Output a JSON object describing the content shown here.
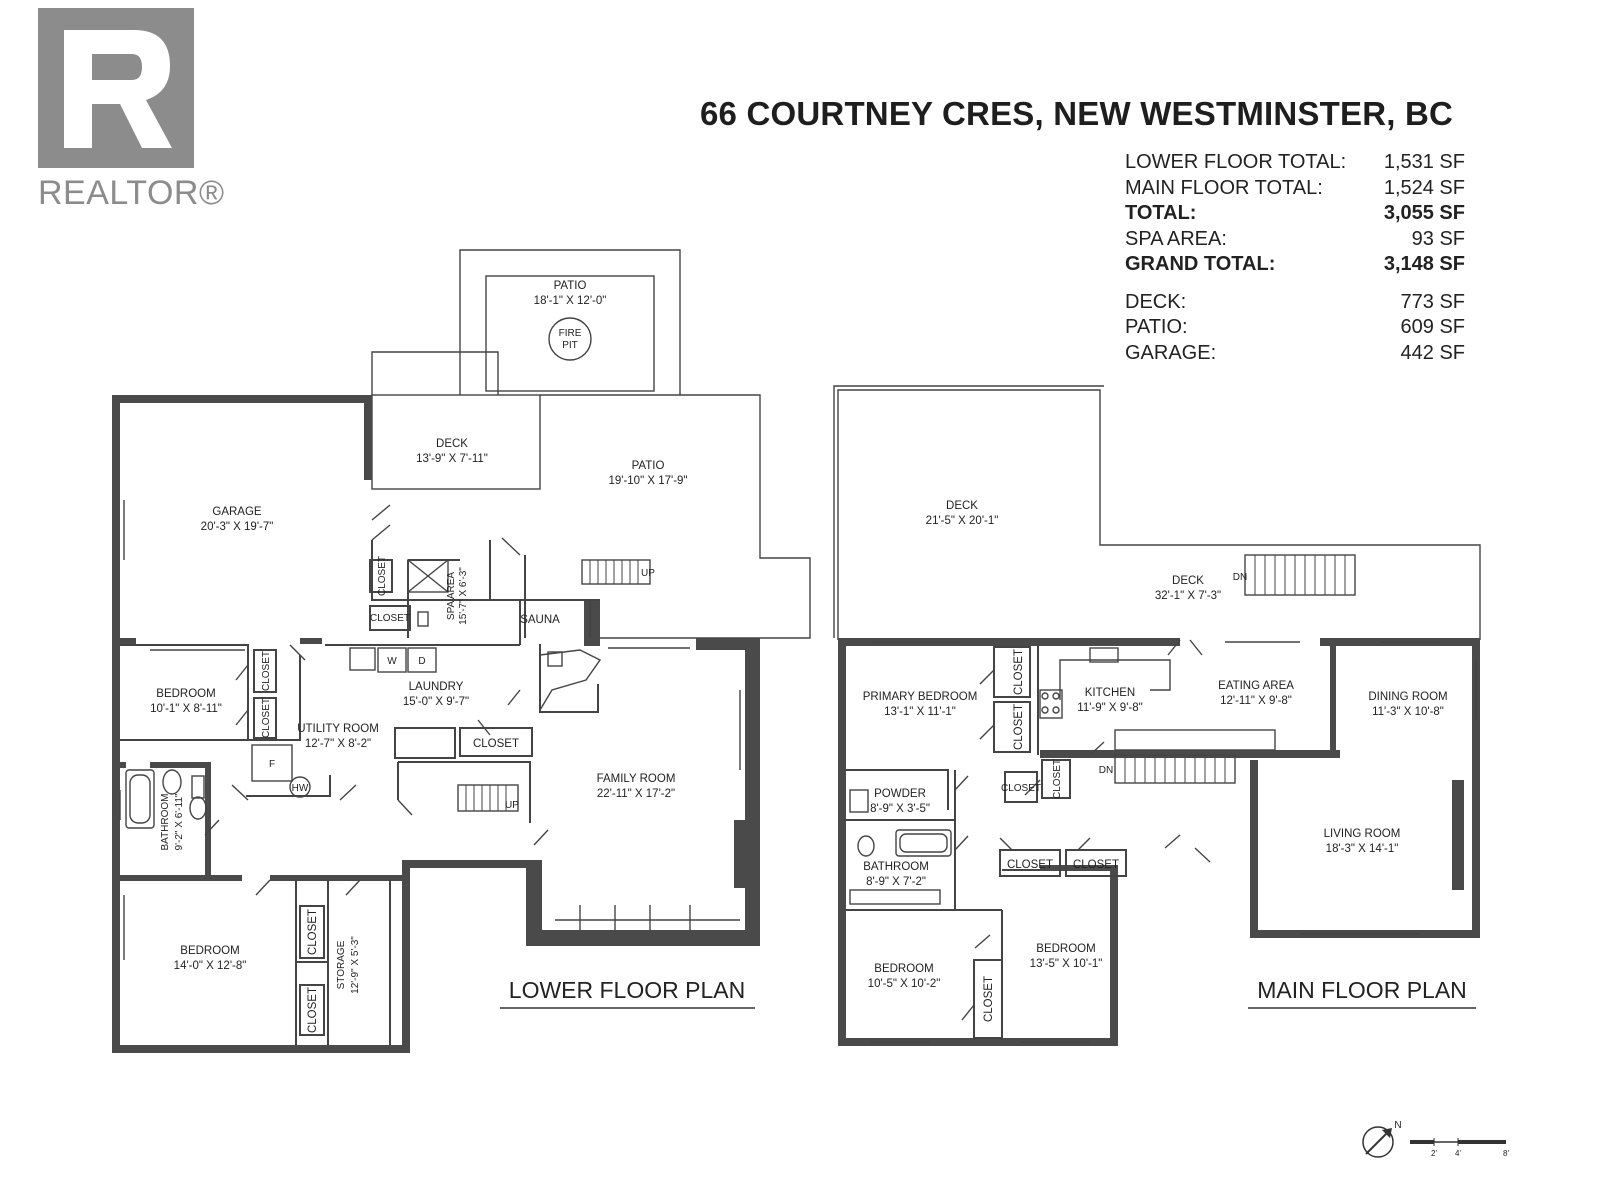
{
  "header": {
    "address": "66 COURTNEY CRES, NEW WESTMINSTER, BC",
    "logo_text": "REALTOR®"
  },
  "totals": [
    {
      "label": "LOWER FLOOR TOTAL:",
      "value": "1,531 SF",
      "bold": false
    },
    {
      "label": "MAIN FLOOR TOTAL:",
      "value": "1,524 SF",
      "bold": false
    },
    {
      "label": "TOTAL:",
      "value": "3,055 SF",
      "bold": true
    },
    {
      "label": "SPA AREA:",
      "value": "93 SF",
      "bold": false
    },
    {
      "label": "GRAND TOTAL:",
      "value": "3,148 SF",
      "bold": true
    }
  ],
  "extras": [
    {
      "label": "DECK:",
      "value": "773 SF"
    },
    {
      "label": "PATIO:",
      "value": "609 SF"
    },
    {
      "label": "GARAGE:",
      "value": "442 SF"
    }
  ],
  "lower": {
    "title": "LOWER FLOOR PLAN",
    "rooms": {
      "patio_top": {
        "name": "PATIO",
        "dims": "18'-1\" X 12'-0\""
      },
      "fire_pit": {
        "line1": "FIRE",
        "line2": "PIT"
      },
      "deck": {
        "name": "DECK",
        "dims": "13'-9\" X 7'-11\""
      },
      "patio": {
        "name": "PATIO",
        "dims": "19'-10\" X 17'-9\""
      },
      "garage": {
        "name": "GARAGE",
        "dims": "20'-3\" X 19'-7\""
      },
      "spa": {
        "name": "SPA AREA",
        "dims": "15'-7\" X 6'-3\""
      },
      "sauna": {
        "name": "SAUNA"
      },
      "bedroom1": {
        "name": "BEDROOM",
        "dims": "10'-1\" X 8'-11\""
      },
      "laundry": {
        "name": "LAUNDRY",
        "dims": "15'-0\" X 9'-7\""
      },
      "utility": {
        "name": "UTILITY ROOM",
        "dims": "12'-7\" X 8'-2\""
      },
      "family": {
        "name": "FAMILY ROOM",
        "dims": "22'-11\" X 17'-2\""
      },
      "bathroom": {
        "name": "BATHROOM",
        "dims": "9'-2\" X 6'-11\""
      },
      "bedroom2": {
        "name": "BEDROOM",
        "dims": "14'-0\" X 12'-8\""
      },
      "storage": {
        "name": "STORAGE",
        "dims": "12'-9\" X 5'-3\""
      }
    },
    "labels": {
      "closet": "CLOSET",
      "up": "UP",
      "washer": "W",
      "dryer": "D",
      "hot_water": "HW",
      "furnace": "F"
    }
  },
  "main": {
    "title": "MAIN FLOOR PLAN",
    "rooms": {
      "deck_big": {
        "name": "DECK",
        "dims": "21'-5\" X 20'-1\""
      },
      "deck_strip": {
        "name": "DECK",
        "dims": "32'-1\" X 7'-3\""
      },
      "primary": {
        "name": "PRIMARY BEDROOM",
        "dims": "13'-1\" X 11'-1\""
      },
      "kitchen": {
        "name": "KITCHEN",
        "dims": "11'-9\" X 9'-8\""
      },
      "eating": {
        "name": "EATING AREA",
        "dims": "12'-11\" X 9'-8\""
      },
      "dining": {
        "name": "DINING ROOM",
        "dims": "11'-3\" X 10'-8\""
      },
      "powder": {
        "name": "POWDER",
        "dims": "8'-9\" X 3'-5\""
      },
      "living": {
        "name": "LIVING ROOM",
        "dims": "18'-3\" X 14'-1\""
      },
      "bathroom": {
        "name": "BATHROOM",
        "dims": "8'-9\" X 7'-2\""
      },
      "bedroom_a": {
        "name": "BEDROOM",
        "dims": "10'-5\" X 10'-2\""
      },
      "bedroom_b": {
        "name": "BEDROOM",
        "dims": "13'-5\" X 10'-1\""
      }
    },
    "labels": {
      "closet": "CLOSET",
      "dn": "DN"
    }
  },
  "scale": {
    "north": "N",
    "ticks": [
      "2'",
      "4'",
      "8'"
    ]
  }
}
